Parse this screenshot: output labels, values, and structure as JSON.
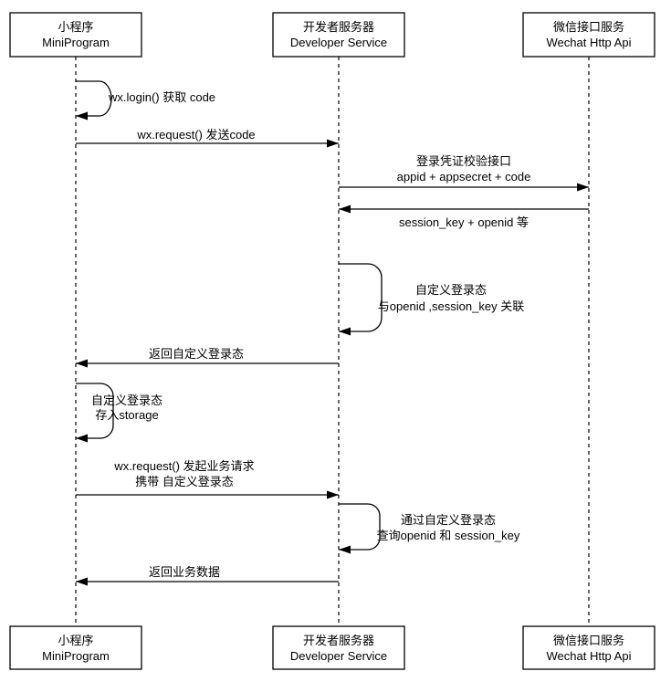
{
  "diagram_type": "sequence-diagram",
  "actors": [
    {
      "zh": "小程序",
      "en": "MiniProgram"
    },
    {
      "zh": "开发者服务器",
      "en": "Developer Service"
    },
    {
      "zh": "微信接口服务",
      "en": "Wechat Http Api"
    }
  ],
  "messages": [
    {
      "from": "小程序",
      "to": "小程序",
      "kind": "self",
      "lines": [
        "wx.login() 获取 code"
      ]
    },
    {
      "from": "小程序",
      "to": "开发者服务器",
      "kind": "arrow",
      "lines": [
        "wx.request() 发送code"
      ]
    },
    {
      "from": "开发者服务器",
      "to": "微信接口服务",
      "kind": "arrow",
      "lines": [
        "登录凭证校验接口",
        "appid + appsecret + code"
      ]
    },
    {
      "from": "微信接口服务",
      "to": "开发者服务器",
      "kind": "arrow",
      "lines": [
        "session_key + openid 等"
      ]
    },
    {
      "from": "开发者服务器",
      "to": "开发者服务器",
      "kind": "self",
      "lines": [
        "自定义登录态",
        "与openid ,session_key 关联"
      ]
    },
    {
      "from": "开发者服务器",
      "to": "小程序",
      "kind": "arrow",
      "lines": [
        "返回自定义登录态"
      ]
    },
    {
      "from": "小程序",
      "to": "小程序",
      "kind": "self",
      "lines": [
        "自定义登录态",
        "存入storage"
      ]
    },
    {
      "from": "小程序",
      "to": "开发者服务器",
      "kind": "arrow",
      "lines": [
        "wx.request() 发起业务请求",
        "携带 自定义登录态"
      ]
    },
    {
      "from": "开发者服务器",
      "to": "开发者服务器",
      "kind": "self",
      "lines": [
        "通过自定义登录态",
        "查询openid 和 session_key"
      ]
    },
    {
      "from": "开发者服务器",
      "to": "小程序",
      "kind": "arrow",
      "lines": [
        "返回业务数据"
      ]
    }
  ],
  "colors": {
    "line": "#000000",
    "text": "#000000",
    "box_fill": "#ffffff",
    "background": "#ffffff"
  }
}
